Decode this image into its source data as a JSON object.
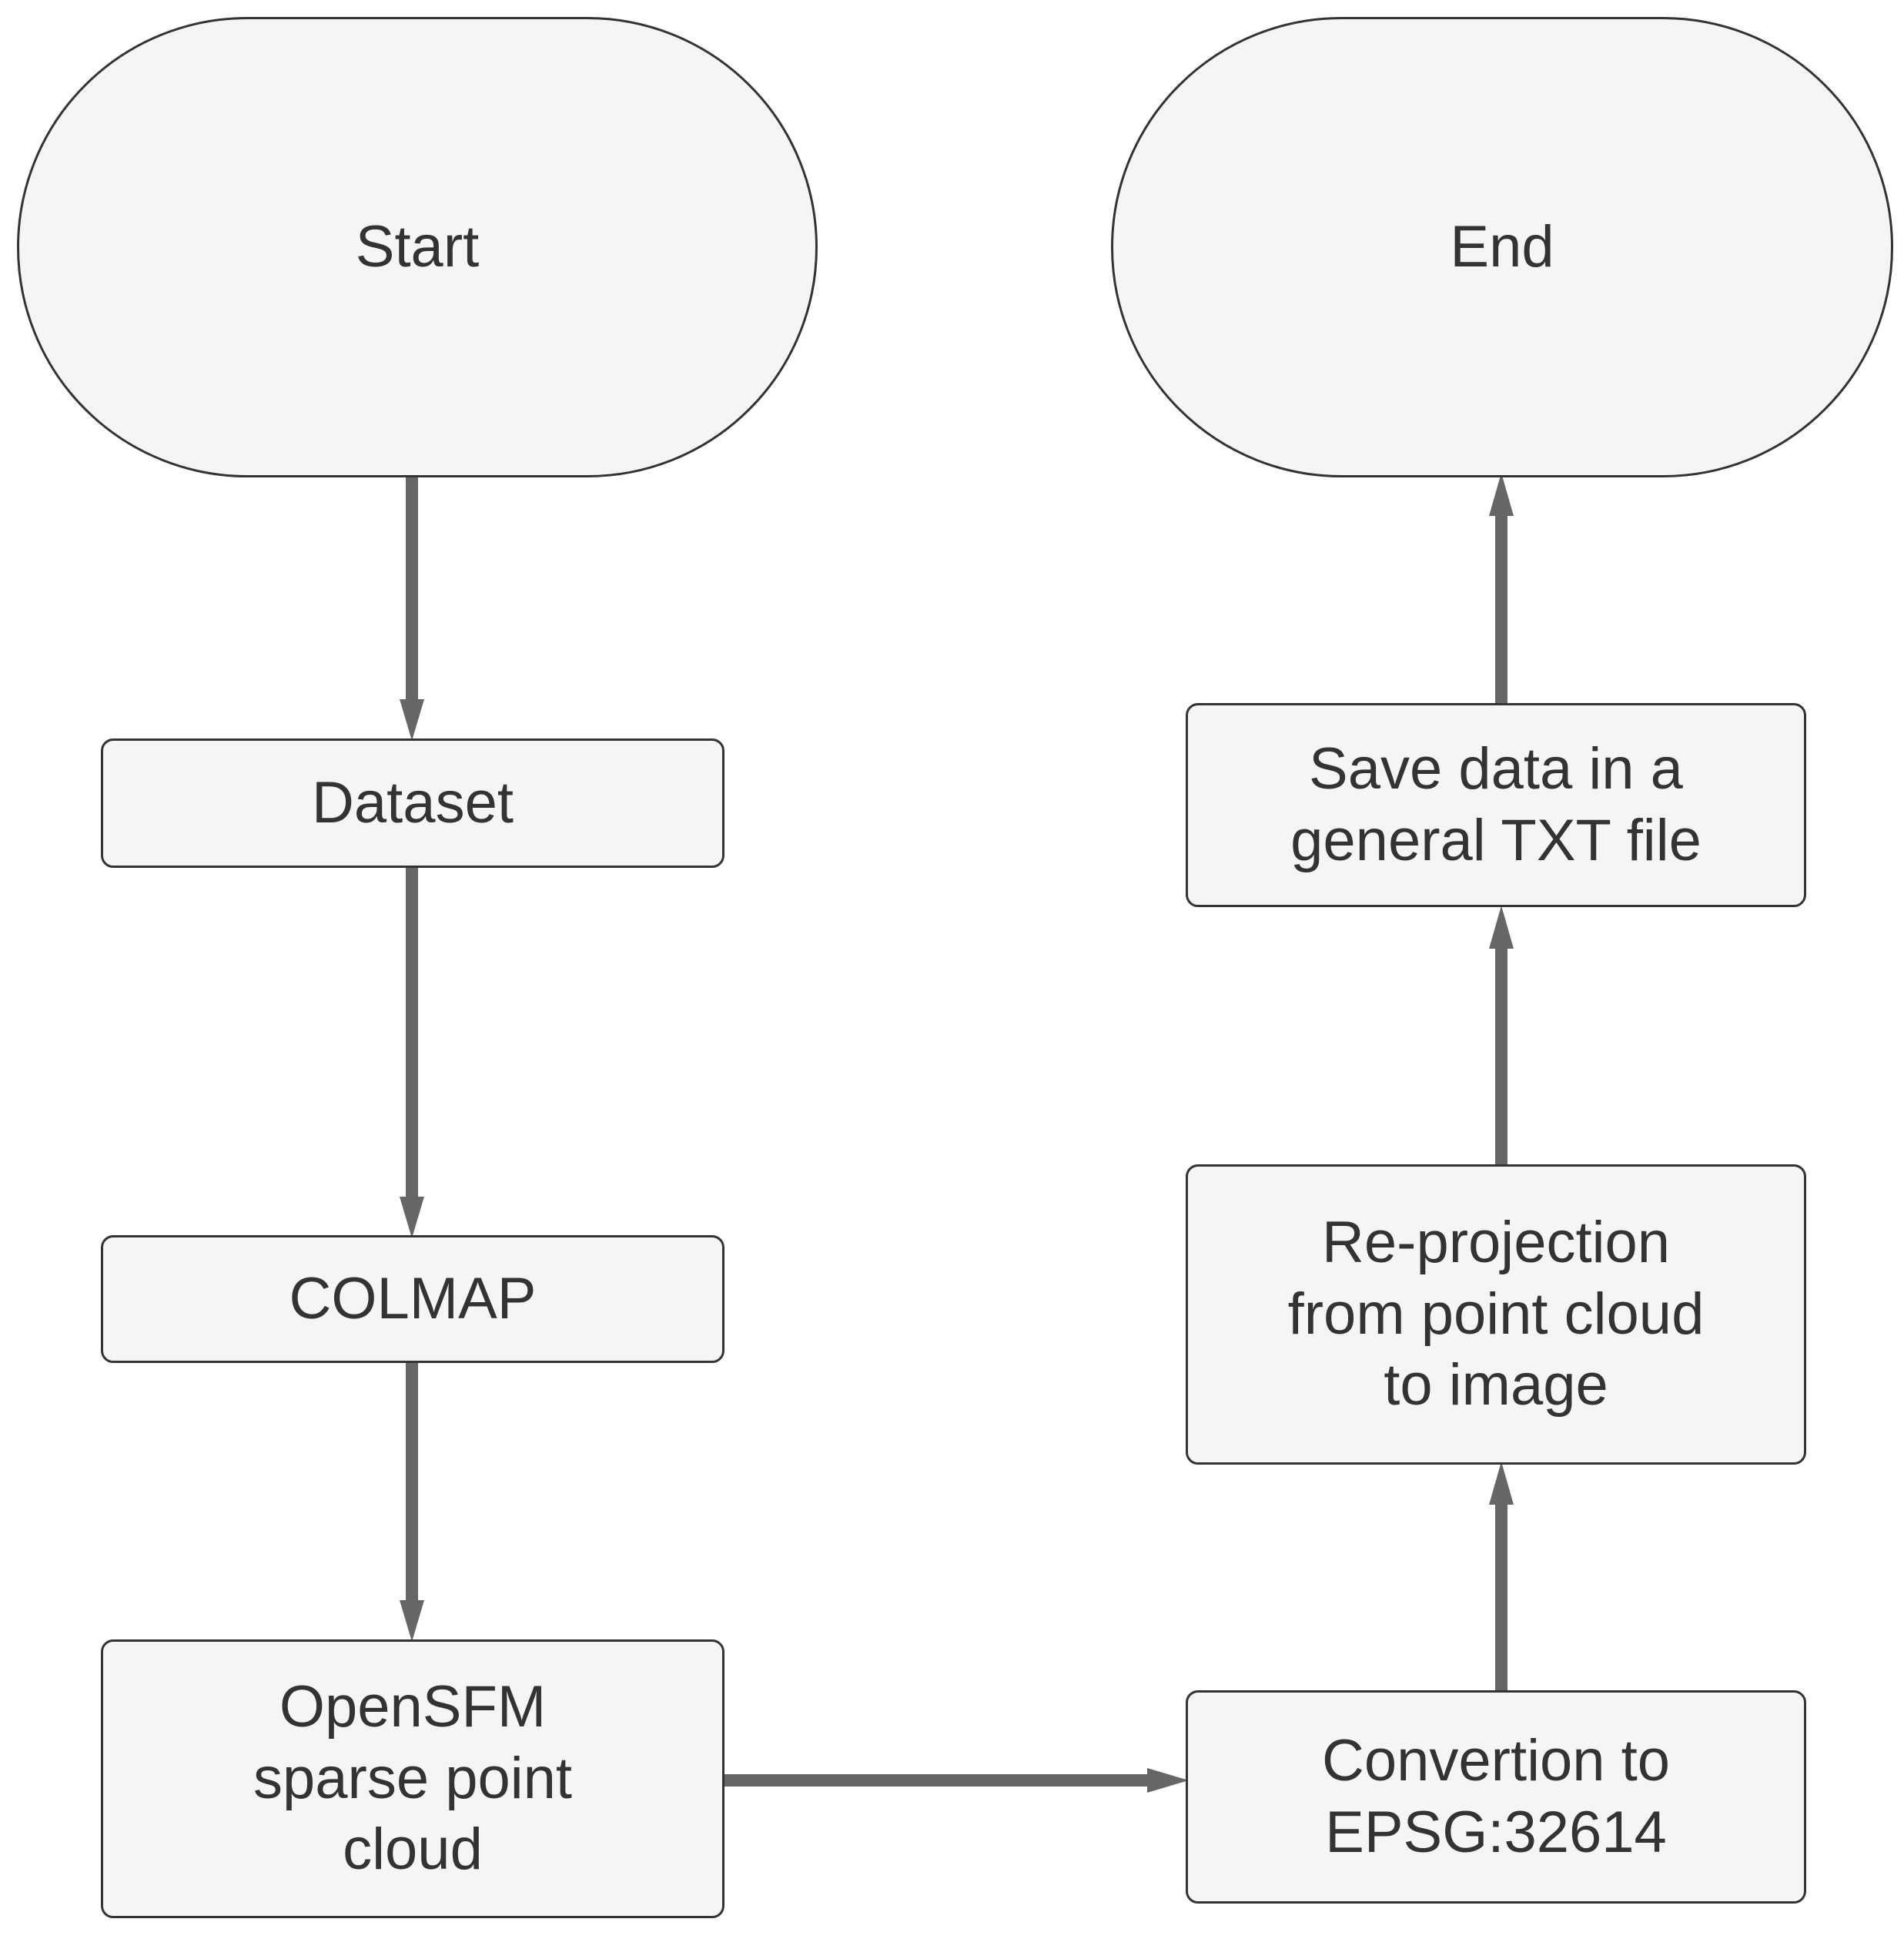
{
  "diagram": {
    "title": "Photogrammetry point cloud processing flowchart",
    "type": "flowchart",
    "direction": "two-column vertical",
    "background_color": "#ffffff",
    "node_fill": "#f5f5f5",
    "node_stroke": "#333333",
    "edge_color": "#666666",
    "text_color": "#333333"
  },
  "nodes": {
    "start": {
      "label": "Start",
      "shape": "stadium"
    },
    "dataset": {
      "label": "Dataset",
      "shape": "rounded-rect"
    },
    "colmap": {
      "label": "COLMAP",
      "shape": "rounded-rect"
    },
    "opensfm": {
      "label": "OpenSFM\nsparse point\ncloud",
      "shape": "rounded-rect"
    },
    "convertion": {
      "label": "Convertion to\nEPSG:32614",
      "shape": "rounded-rect"
    },
    "reprojection": {
      "label": "Re-projection\nfrom point cloud\nto image",
      "shape": "rounded-rect"
    },
    "save": {
      "label": "Save data in a\ngeneral TXT file",
      "shape": "rounded-rect"
    },
    "end": {
      "label": "End",
      "shape": "stadium"
    }
  },
  "edges": [
    {
      "from": "start",
      "to": "dataset",
      "direction": "down",
      "label": ""
    },
    {
      "from": "dataset",
      "to": "colmap",
      "direction": "down",
      "label": ""
    },
    {
      "from": "colmap",
      "to": "opensfm",
      "direction": "down",
      "label": ""
    },
    {
      "from": "opensfm",
      "to": "convertion",
      "direction": "right",
      "label": ""
    },
    {
      "from": "convertion",
      "to": "reprojection",
      "direction": "up",
      "label": ""
    },
    {
      "from": "reprojection",
      "to": "save",
      "direction": "up",
      "label": ""
    },
    {
      "from": "save",
      "to": "end",
      "direction": "up",
      "label": ""
    }
  ]
}
